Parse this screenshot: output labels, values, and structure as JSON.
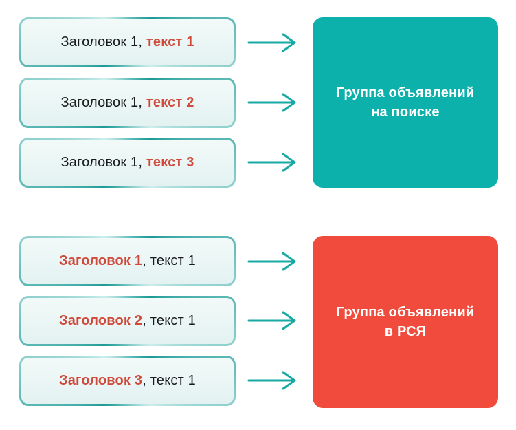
{
  "colors": {
    "teal": "#0cb1ac",
    "red": "#f04b3c",
    "arrow": "#19a9a5",
    "text-accent": "#d04a3c",
    "text-dark": "#191a1c",
    "border-dark": "#1d9a96",
    "border-light": "#cdeeec",
    "fill-top": "#f2faf9",
    "fill-bottom": "#e3f2f1"
  },
  "diagram": {
    "sections": [
      {
        "name": "search-ads",
        "rows": [
          {
            "segments": [
              {
                "text": "Заголовок 1, ",
                "style": "plain"
              },
              {
                "text": "текст 1",
                "style": "accent"
              }
            ]
          },
          {
            "segments": [
              {
                "text": "Заголовок 1, ",
                "style": "plain"
              },
              {
                "text": "текст 2",
                "style": "accent"
              }
            ]
          },
          {
            "segments": [
              {
                "text": "Заголовок 1, ",
                "style": "plain"
              },
              {
                "text": "текст 3",
                "style": "accent"
              }
            ]
          }
        ],
        "group": {
          "line1": "Группа объявлений",
          "line2": "на поиске"
        }
      },
      {
        "name": "network-ads",
        "rows": [
          {
            "segments": [
              {
                "text": "Заголовок 1",
                "style": "accent"
              },
              {
                "text": ", текст 1",
                "style": "plain"
              }
            ]
          },
          {
            "segments": [
              {
                "text": "Заголовок 2",
                "style": "accent"
              },
              {
                "text": ", текст 1",
                "style": "plain"
              }
            ]
          },
          {
            "segments": [
              {
                "text": "Заголовок 3",
                "style": "accent"
              },
              {
                "text": ", текст 1",
                "style": "plain"
              }
            ]
          }
        ],
        "group": {
          "line1": "Группа объявлений",
          "line2": "в РСЯ"
        }
      }
    ]
  }
}
